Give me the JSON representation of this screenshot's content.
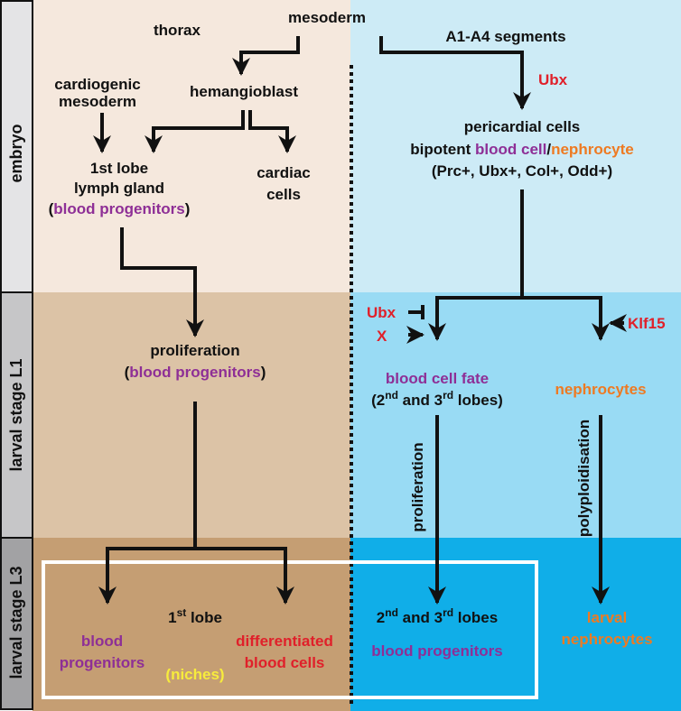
{
  "colors": {
    "black": "#111111",
    "purple": "#8e2f96",
    "orange": "#ee7a22",
    "red": "#e0202a",
    "yellow": "#f7ec3c",
    "embryo_left_bg": "#f5e8dd",
    "embryo_right_bg": "#cdebf6",
    "l1_left_bg": "#dcc3a6",
    "l1_right_bg": "#99dbf4",
    "l3_left_bg": "#c59e73",
    "l3_right_bg": "#10aee8",
    "sidebar_embryo": "#e4e4e6",
    "sidebar_l1": "#c6c6c8",
    "sidebar_l3": "#a2a2a4"
  },
  "stages": {
    "embryo": "embryo",
    "l1": "larval stage L1",
    "l3": "larval stage L3"
  },
  "labels": {
    "thorax": "thorax",
    "mesoderm": "mesoderm",
    "a1a4": "A1-A4 segments",
    "cardiogenic_1": "cardiogenic",
    "cardiogenic_2": "mesoderm",
    "hemangioblast": "hemangioblast",
    "ubx": "Ubx",
    "pericardial": "pericardial cells",
    "bipotent_pre": "bipotent ",
    "bipotent_blood": "blood cell",
    "bipotent_slash": "/",
    "bipotent_nephro": "nephrocyte",
    "markers": "(Prc+, Ubx+, Col+, Odd+)",
    "lobe1_line1": "1st lobe",
    "lobe1_line2": "lymph gland",
    "paren_open": "(",
    "blood_progenitors": "blood progenitors",
    "paren_close": ")",
    "cardiac_1": "cardiac",
    "cardiac_2": "cells",
    "proliferation": "proliferation",
    "ubx_l1": "Ubx",
    "x_factor": "X",
    "klf15": "Klf15",
    "blood_cell_fate": "blood cell fate",
    "lobes23_a": "(2",
    "lobes23_nd": "nd",
    "lobes23_b": " and 3",
    "lobes23_rd": "rd",
    "lobes23_c": " lobes)",
    "nephrocytes": "nephrocytes",
    "proliferation_vertical": "proliferation",
    "polyploidisation": "polyploidisation",
    "l3_lobe1_a": "1",
    "l3_lobe1_st": "st",
    "l3_lobe1_b": " lobe",
    "l3_blood_1": "blood",
    "l3_blood_2": "progenitors",
    "niches": "(niches)",
    "diff_1": "differentiated",
    "diff_2": "blood cells",
    "l3_lobes23_a": "2",
    "l3_lobes23_nd": "nd",
    "l3_lobes23_b": " and 3",
    "l3_lobes23_rd": "rd",
    "l3_lobes23_c": " lobes",
    "l3_blood_progenitors": "blood progenitors",
    "larval_1": "larval",
    "larval_2": "nephrocytes"
  }
}
